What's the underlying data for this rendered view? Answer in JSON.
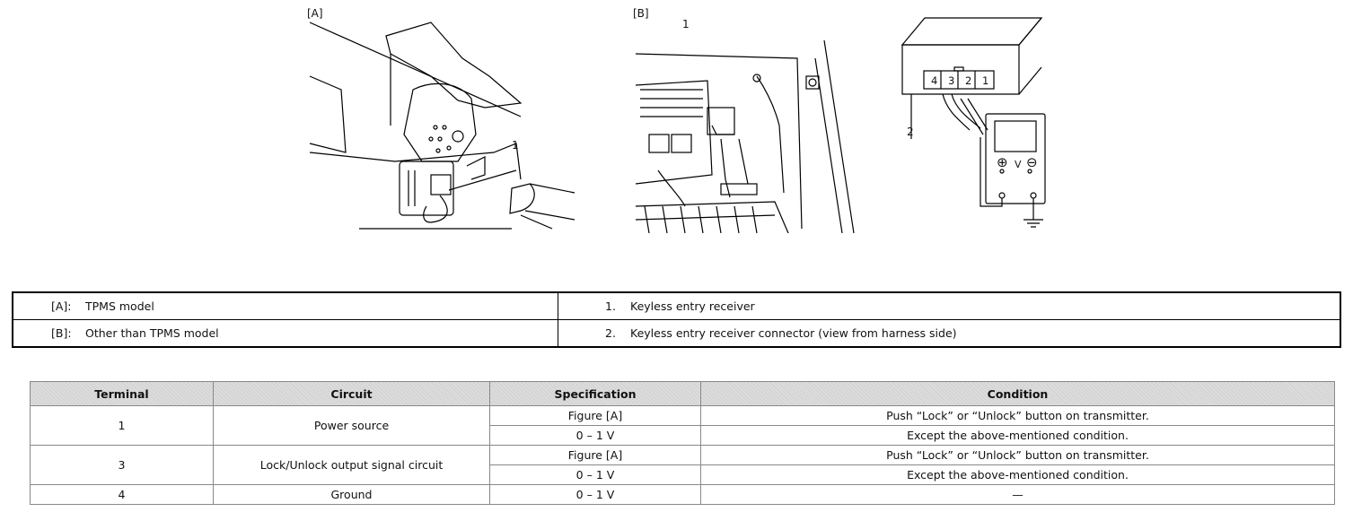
{
  "figures": {
    "a_label": "[A]",
    "b_label": "[B]",
    "a_callout": "1",
    "b_callout": "1",
    "b_connector_callout": "2",
    "pins": [
      "4",
      "3",
      "2",
      "1"
    ],
    "meter_unit": "V",
    "meter_plus": "⊕",
    "meter_minus": "⊖"
  },
  "legend": {
    "rows": [
      {
        "key": "[A]:",
        "text": "TPMS model",
        "num": "1.",
        "desc": "Keyless entry receiver"
      },
      {
        "key": "[B]:",
        "text": "Other than TPMS model",
        "num": "2.",
        "desc": "Keyless entry receiver connector (view from harness side)"
      }
    ]
  },
  "spec_table": {
    "headers": [
      "Terminal",
      "Circuit",
      "Specification",
      "Condition"
    ],
    "groups": [
      {
        "terminal": "1",
        "circuit": "Power source",
        "rows": [
          {
            "spec": "Figure [A]",
            "condition": "Push “Lock” or “Unlock” button on transmitter."
          },
          {
            "spec": "0 – 1 V",
            "condition": "Except the above-mentioned condition."
          }
        ]
      },
      {
        "terminal": "3",
        "circuit": "Lock/Unlock output signal circuit",
        "rows": [
          {
            "spec": "Figure [A]",
            "condition": "Push “Lock” or “Unlock” button on transmitter."
          },
          {
            "spec": "0 – 1 V",
            "condition": "Except the above-mentioned condition."
          }
        ]
      },
      {
        "terminal": "4",
        "circuit": "Ground",
        "rows": [
          {
            "spec": "0 – 1 V",
            "condition": "—"
          }
        ]
      }
    ]
  }
}
